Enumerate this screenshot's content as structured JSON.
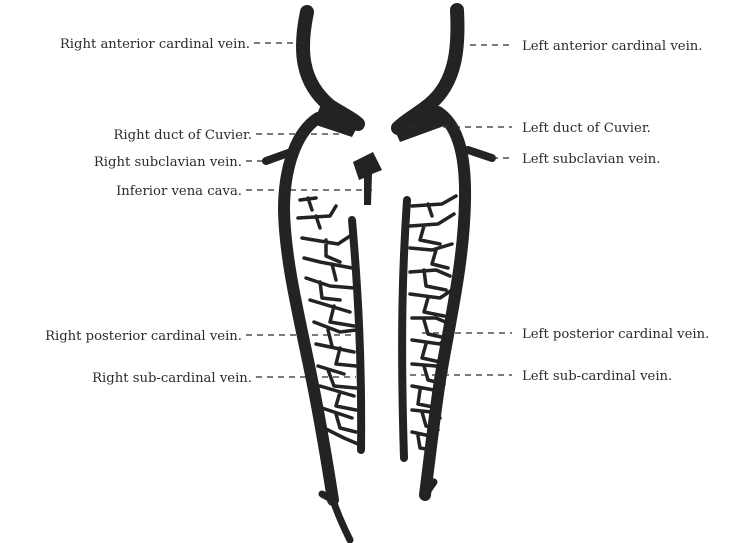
{
  "labels": {
    "right_anterior_cardinal": "Right anterior cardinal vein.",
    "left_anterior_cardinal": "Left anterior cardinal vein.",
    "right_duct_of_cuvier": "Right duct of Cuvier.",
    "left_duct_of_cuvier": "Left duct of Cuvier.",
    "right_subclavian": "Right subclavian vein.",
    "left_subclavian": "Left subclavian vein.",
    "inferior_vena_cava": "Inferior vena cava.",
    "right_posterior_cardinal": "Right posterior cardinal vein.",
    "left_posterior_cardinal": "Left posterior cardinal vein.",
    "right_sub_cardinal": "Right sub-cardinal vein.",
    "left_sub_cardinal": "Left sub-cardinal vein."
  },
  "colors": {
    "ink": "#232323",
    "background": "#ffffff"
  }
}
